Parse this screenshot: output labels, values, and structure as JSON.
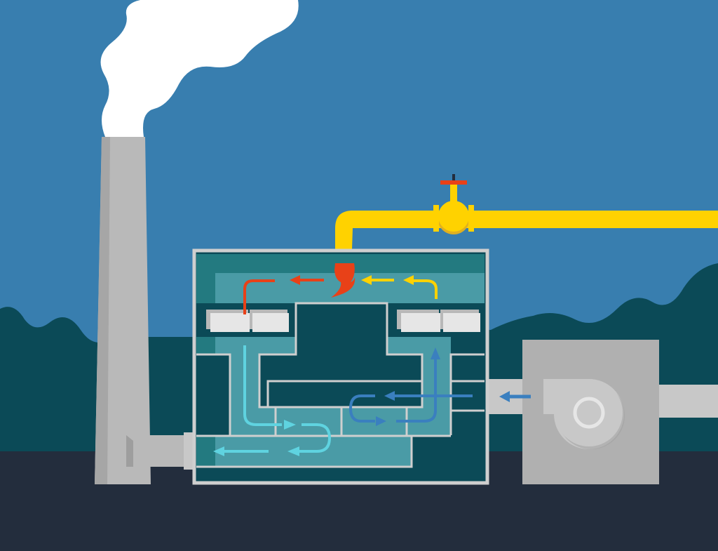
{
  "colors": {
    "sky": "#387eaf",
    "hills": "#0b4a57",
    "ground": "#232d3d",
    "steel": "#b9b9b9",
    "steel_dark": "#9e9e9e",
    "frame": "#cfcfcf",
    "chamber_dark": "#0b4a57",
    "chamber_mid": "#237a80",
    "chamber_light": "#4a9ba6",
    "gas_pipe": "#ffd200",
    "gas_pipe_dark": "#e0b020",
    "flame": "#e84118",
    "hot_flow": "#e84118",
    "fuel_flow": "#ffd200",
    "clean_flow": "#5fd3e0",
    "inlet_flow": "#3a7fbf",
    "smoke": "#ffffff",
    "media_block": "#e6e6e6"
  },
  "icons": [
    "smokestack",
    "smoke",
    "gas-valve",
    "burner-flame",
    "fan-blower",
    "flow-arrow"
  ]
}
